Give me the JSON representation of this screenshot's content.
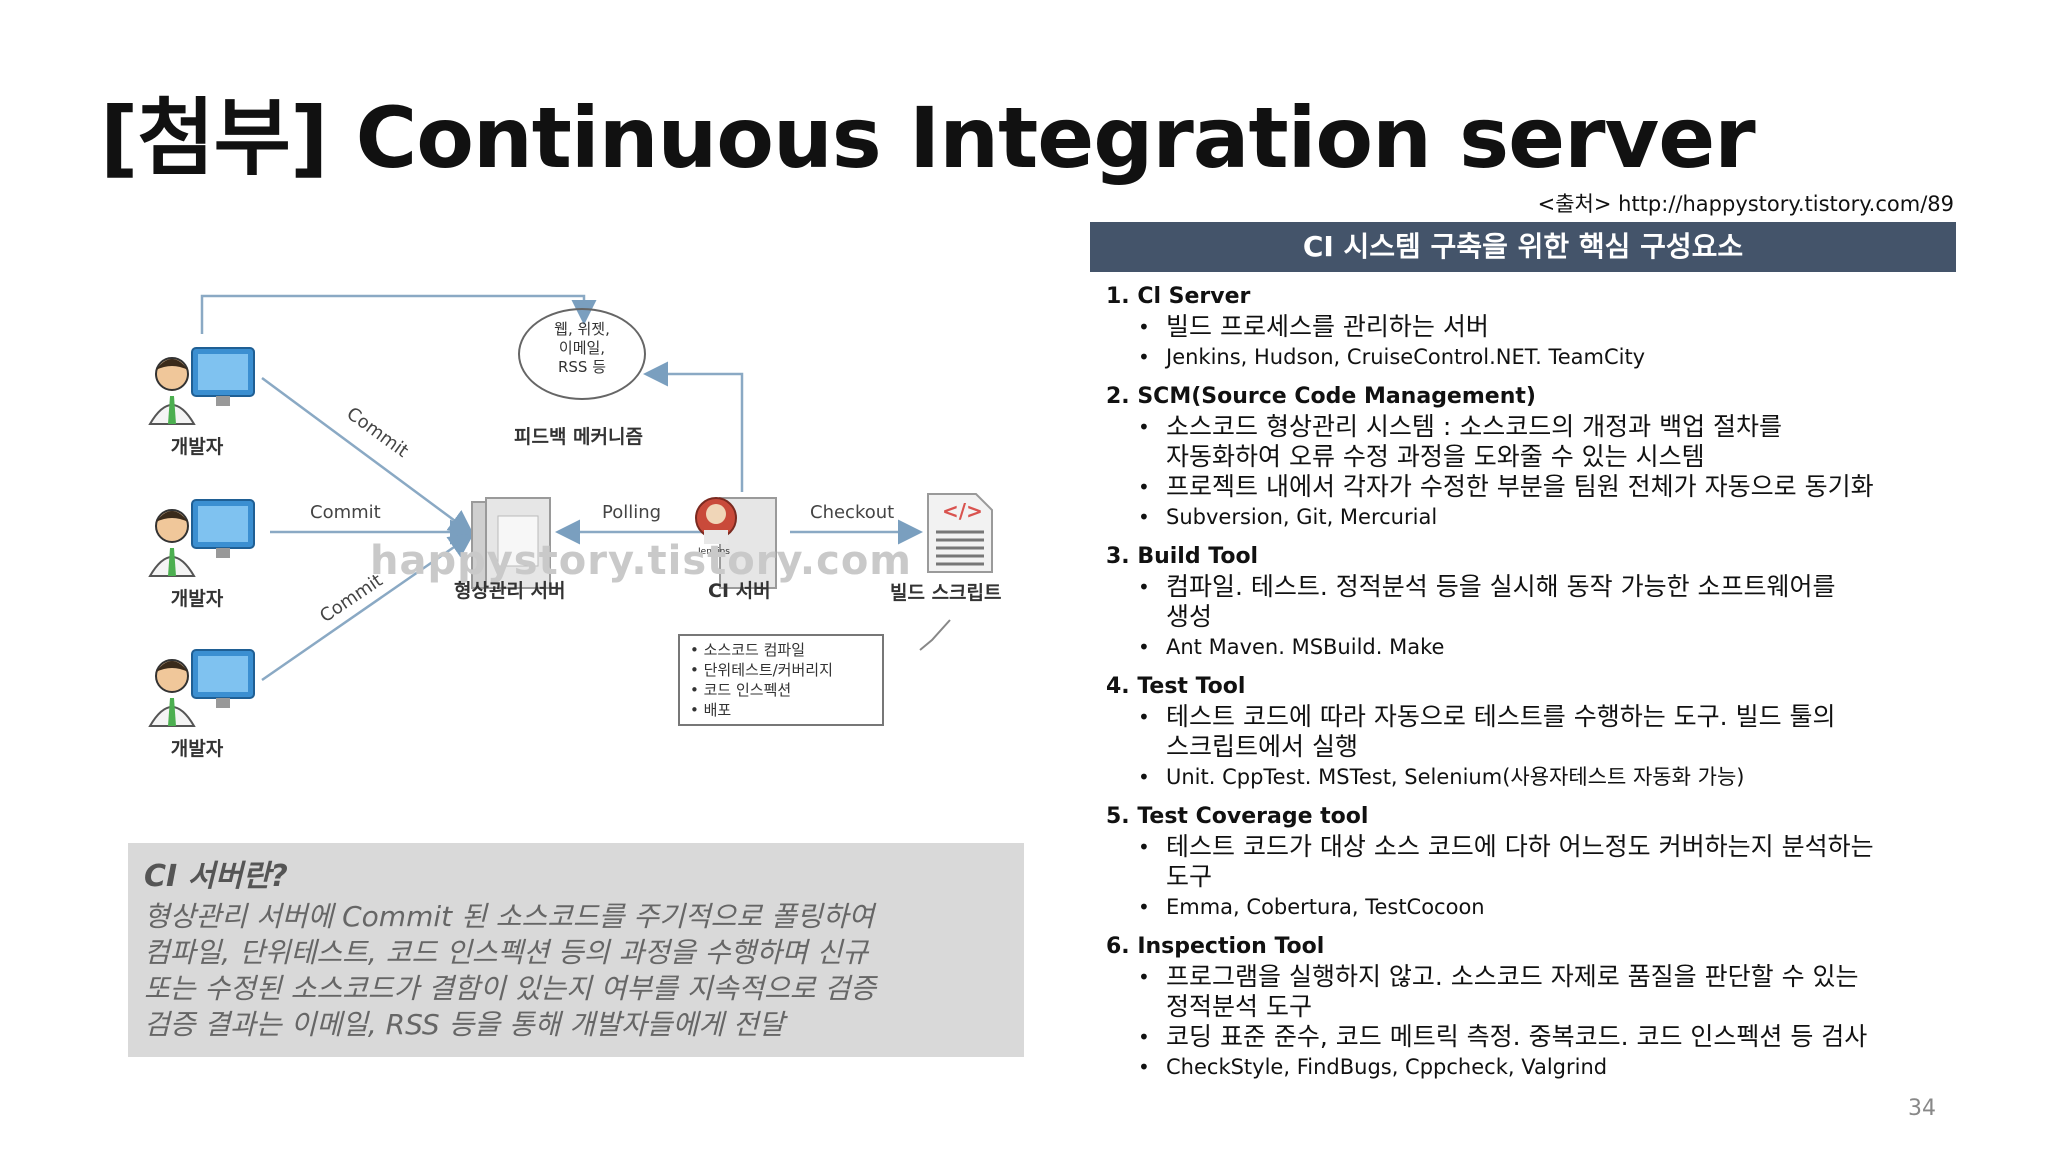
{
  "slide": {
    "title": "[첨부] Continuous Integration server",
    "source": "<출처> http://happystory.tistory.com/89",
    "page_number": "34"
  },
  "diagram": {
    "developer_label": "개발자",
    "commit_label": "Commit",
    "polling_label": "Polling",
    "checkout_label": "Checkout",
    "feedback_lines": [
      "웹, 위젯,",
      "이메일,",
      "RSS 등"
    ],
    "feedback_label": "피드백 메커니즘",
    "scm_server_label": "형상관리 서버",
    "ci_server_label": "CI 서버",
    "build_script_label": "빌드 스크립트",
    "jenkins_label": "Jenkins",
    "watermark": "happystory.tistory.com",
    "tasks": [
      "소스코드 컴파일",
      "단위테스트/커버리지",
      "코드 인스펙션",
      "배포"
    ]
  },
  "explanation": {
    "title": "CI 서버란?",
    "lines": [
      "형상관리 서버에 Commit 된 소스코드를 주기적으로 폴링하여",
      "컴파일, 단위테스트, 코드 인스펙션 등의 과정을 수행하며 신규",
      "또는 수정된 소스코드가 결함이 있는지 여부를 지속적으로 검증",
      "검증 결과는 이메일, RSS 등을 통해 개발자들에게 전달"
    ]
  },
  "components": {
    "header": "CI 시스템 구축을 위한 핵심 구성요소",
    "items": [
      {
        "title": "1. Cl Server",
        "bullets": [
          {
            "text": "빌드 프로세스를 관리하는 서버",
            "ko": true
          },
          {
            "text": "Jenkins, Hudson, CruiseControl.NET. TeamCity",
            "ko": false
          }
        ]
      },
      {
        "title": "2. SCM(Source Code Management)",
        "bullets": [
          {
            "text": "소스코드 형상관리 시스템 : 소스코드의 개정과 백업 절차를",
            "cont": "자동화하여 오류 수정 과정을 도와줄 수 있는 시스템",
            "ko": true
          },
          {
            "text": "프로젝트 내에서 각자가 수정한 부분을 팀원 전체가 자동으로 동기화",
            "ko": true
          },
          {
            "text": "Subversion, Git,  Mercurial",
            "ko": false
          }
        ]
      },
      {
        "title": "3. Build Tool",
        "bullets": [
          {
            "text": "컴파일. 테스트. 정적분석 등을 실시해 동작 가능한 소프트웨어를",
            "cont": "생성",
            "ko": true
          },
          {
            "text": "Ant Maven. MSBuild. Make",
            "ko": false
          }
        ]
      },
      {
        "title": "4. Test Tool",
        "bullets": [
          {
            "text": "테스트 코드에 따라 자동으로 테스트를 수행하는 도구. 빌드 툴의",
            "cont": "스크립트에서 실행",
            "ko": true
          },
          {
            "text": "Unit. CppTest. MSTest, Selenium(사용자테스트 자동화 가능)",
            "ko": false
          }
        ]
      },
      {
        "title": "5. Test Coverage tool",
        "bullets": [
          {
            "text": "테스트 코드가 대상 소스 코드에 다하 어느정도 커버하는지 분석하는",
            "cont": "도구",
            "ko": true
          },
          {
            "text": "Emma, Cobertura, TestCocoon",
            "ko": false
          }
        ]
      },
      {
        "title": "6. Inspection Tool",
        "bullets": [
          {
            "text": "프로그램을 실행하지 않고. 소스코드 자제로 품질을 판단할 수 있는",
            "cont": "정적분석 도구",
            "ko": true
          },
          {
            "text": "코딩 표준 준수, 코드 메트릭 측정. 중복코드. 코드 인스펙션 등 검사",
            "ko": true
          },
          {
            "text": "CheckStyle, FindBugs, Cppcheck, Valgrind",
            "ko": false
          }
        ]
      }
    ]
  }
}
